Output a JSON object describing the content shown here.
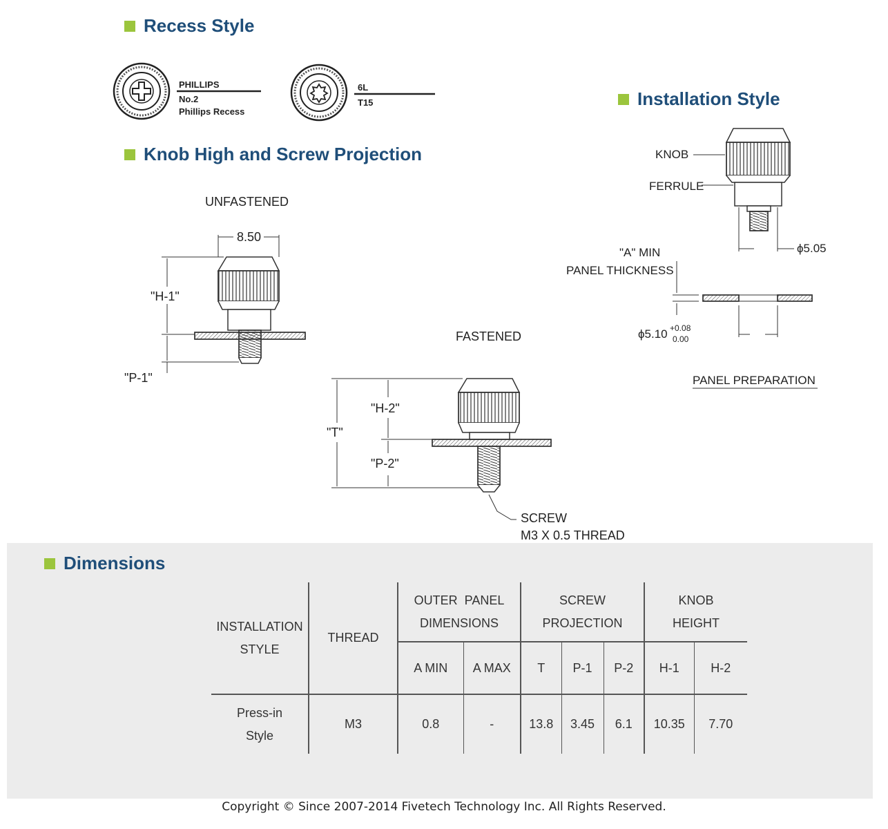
{
  "sections": {
    "recess": "Recess Style",
    "knob": "Knob High and Screw Projection",
    "install": "Installation Style",
    "dimensions": "Dimensions"
  },
  "recess": {
    "phillips": {
      "line1": "PHILLIPS",
      "line2": "No.2",
      "line3": "Phillips Recess"
    },
    "torx": {
      "line1": "6L",
      "line2": "T15"
    }
  },
  "knob_diagram": {
    "unfastened": "UNFASTENED",
    "fastened": "FASTENED",
    "width": "8.50",
    "h1": "\"H-1\"",
    "p1": "\"P-1\"",
    "h2": "\"H-2\"",
    "p2": "\"P-2\"",
    "t": "\"T\"",
    "screw": "SCREW",
    "thread": "M3 X 0.5 THREAD"
  },
  "install_diagram": {
    "knob": "KNOB",
    "ferrule": "FERRULE",
    "dia1": "ϕ5.05",
    "a_min": "\"A\" MIN",
    "panel_thickness": "PANEL THICKNESS",
    "dia2": "ϕ5.10",
    "tol_plus": "+0.08",
    "tol_minus": "0.00",
    "panel_prep": "PANEL PREPARATION"
  },
  "table": {
    "h_install": [
      "INSTALLATION",
      "STYLE"
    ],
    "h_thread": "THREAD",
    "h_outer": [
      "OUTER  PANEL",
      "DIMENSIONS"
    ],
    "h_screw": [
      "SCREW",
      "PROJECTION"
    ],
    "h_knob": [
      "KNOB",
      "HEIGHT"
    ],
    "sub": [
      "A MIN",
      "A MAX",
      "T",
      "P-1",
      "P-2",
      "H-1",
      "H-2"
    ],
    "row": {
      "style": [
        "Press-in",
        "Style"
      ],
      "thread": "M3",
      "a_min": "0.8",
      "a_max": "-",
      "t": "13.8",
      "p1": "3.45",
      "p2": "6.1",
      "h1": "10.35",
      "h2": "7.70"
    }
  },
  "footer": "Copyright © Since 2007-2014 Fivetech Technology Inc. All Rights Reserved."
}
